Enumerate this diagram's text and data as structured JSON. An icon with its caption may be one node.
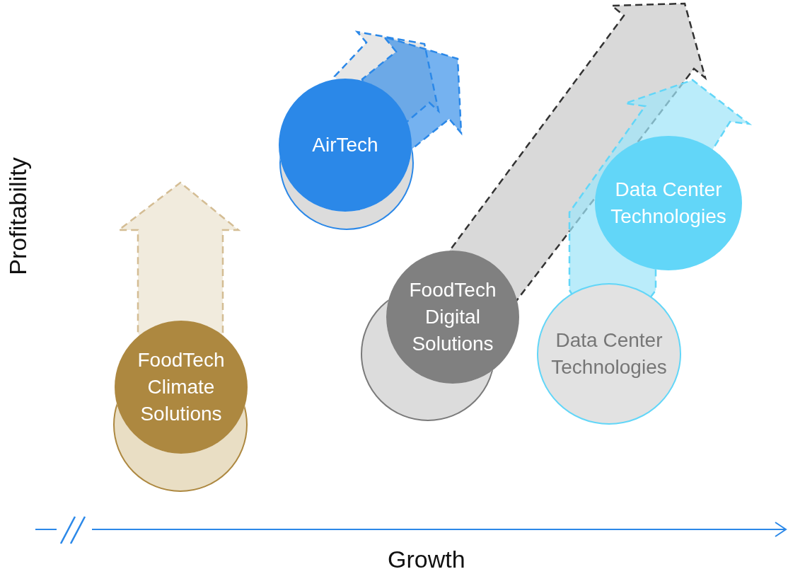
{
  "diagram": {
    "nodes": [
      {
        "text": [
          "AirTech"
        ]
      },
      {
        "text": [],
        "shape": "circle"
      },
      {
        "text": [
          "Data Center Technologies"
        ]
      },
      {
        "text": [
          "FoodTech Digital Solutions"
        ]
      },
      {
        "text": [],
        "shape": "circle"
      },
      {
        "text": [
          "Data Center Technologies"
        ]
      },
      {
        "text": [
          "FoodTech Climate Solutions"
        ]
      },
      {
        "text": [],
        "shape": "circle"
      }
    ],
    "edges": [
      {
        "from": 1,
        "to": null,
        "arrow": "to",
        "style": "dashed",
        "color": "#2b88e8"
      },
      {
        "from": 1,
        "to": null,
        "arrow": "to",
        "style": "dashed",
        "color": "#2b88e8"
      },
      {
        "from": 4,
        "to": null,
        "arrow": "to",
        "style": "dashed",
        "color": "#333333"
      },
      {
        "from": 5,
        "to": 2,
        "arrow": "to",
        "style": "dashed",
        "color": "#62d6f8"
      },
      {
        "from": 7,
        "to": null,
        "arrow": "to",
        "style": "dashed",
        "color": "#d4bd94"
      }
    ],
    "labels": [
      "Profitability",
      "Growth"
    ]
  }
}
